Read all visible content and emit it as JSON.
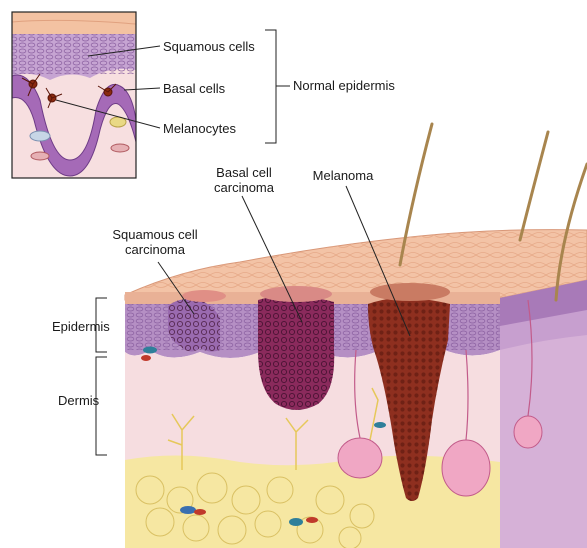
{
  "inset": {
    "labels": {
      "squamous_cells": "Squamous cells",
      "basal_cells": "Basal cells",
      "melanocytes": "Melanocytes"
    },
    "bracket_label": "Normal epidermis"
  },
  "main": {
    "carcinomas": {
      "squamous_line1": "Squamous cell",
      "squamous_line2": "carcinoma",
      "basal_line1": "Basal cell",
      "basal_line2": "carcinoma",
      "melanoma": "Melanoma"
    },
    "layers": {
      "epidermis": "Epidermis",
      "dermis": "Dermis"
    }
  },
  "colors": {
    "epidermis": "#b58fc4",
    "dermis": "#f6dde0",
    "fat": "#f6e7a2",
    "basal_tumor": "#8a2a5c",
    "melanoma": "#8e2f1f",
    "surface": "#f3c3a6"
  }
}
